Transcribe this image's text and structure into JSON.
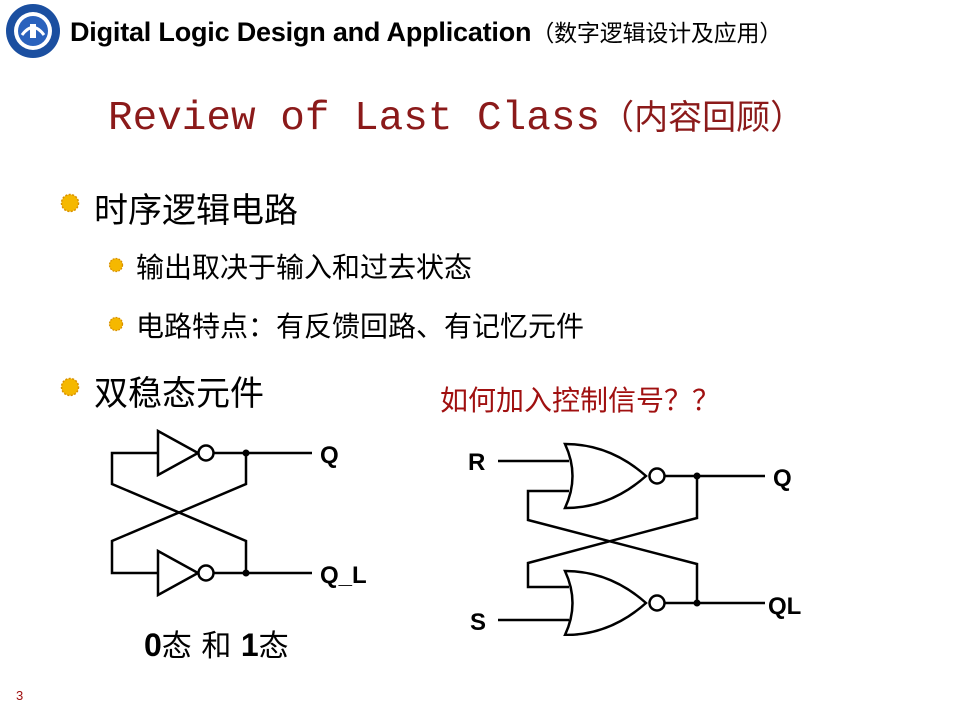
{
  "header": {
    "course_title": "Digital Logic Design and Application",
    "course_title_cn": "（数字逻辑设计及应用）"
  },
  "slide": {
    "title": "Review of Last Class",
    "title_cn": "（内容回顾）",
    "bullets": [
      {
        "text": "时序逻辑电路",
        "sub": [
          "输出取决于输入和过去状态",
          "电路特点：有反馈回路、有记忆元件"
        ]
      },
      {
        "text": "双稳态元件"
      }
    ],
    "question": "如何加入控制信号？？",
    "left_diagram": {
      "out_top": "Q",
      "out_bottom": "Q_L"
    },
    "right_diagram": {
      "in_top": "R",
      "in_bottom": "S",
      "out_top": "Q",
      "out_bottom": "QL"
    },
    "caption_parts": [
      "0",
      "态 和 ",
      "1",
      "态"
    ],
    "page_number": "3",
    "colors": {
      "title": "#8b1a1a",
      "question": "#a01010",
      "bullet_icon": "#f5b800"
    }
  }
}
